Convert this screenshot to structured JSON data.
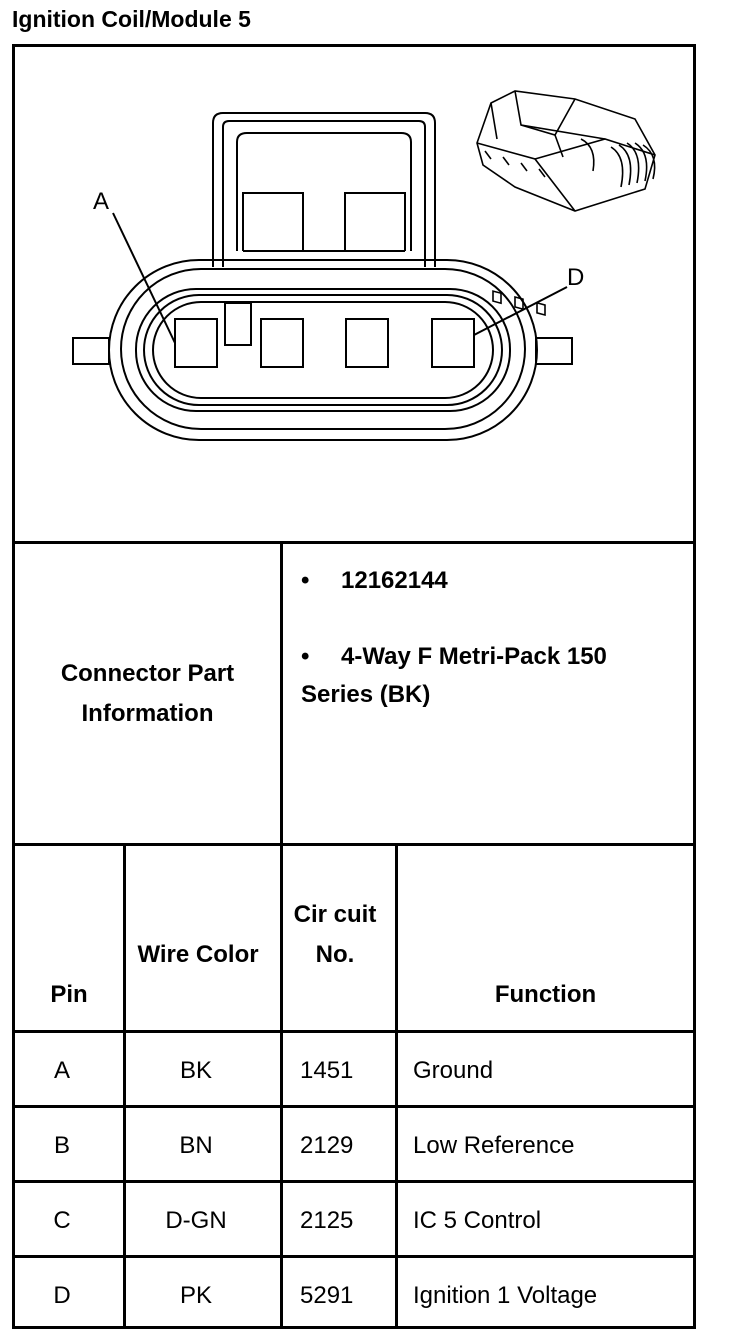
{
  "title": "Ignition Coil/Module 5",
  "diagram": {
    "label_a": "A",
    "label_d": "D"
  },
  "connector": {
    "label": "Connector Part Information",
    "bullets": [
      "12162144",
      "4-Way F Metri-Pack 150 Series (BK)"
    ],
    "bullet_symbol": "•"
  },
  "table": {
    "headers": {
      "pin": "Pin",
      "wire_color": "Wire Color",
      "circuit": "Cir cuit No.",
      "function": "Function"
    },
    "rows": [
      {
        "pin": "A",
        "color": "BK",
        "circuit": "1451",
        "function": "Ground"
      },
      {
        "pin": "B",
        "color": "BN",
        "circuit": "2129",
        "function": "Low Reference"
      },
      {
        "pin": "C",
        "color": "D-GN",
        "circuit": "2125",
        "function": "IC 5 Control"
      },
      {
        "pin": "D",
        "color": "PK",
        "circuit": "5291",
        "function": "Ignition 1 Voltage"
      }
    ]
  }
}
